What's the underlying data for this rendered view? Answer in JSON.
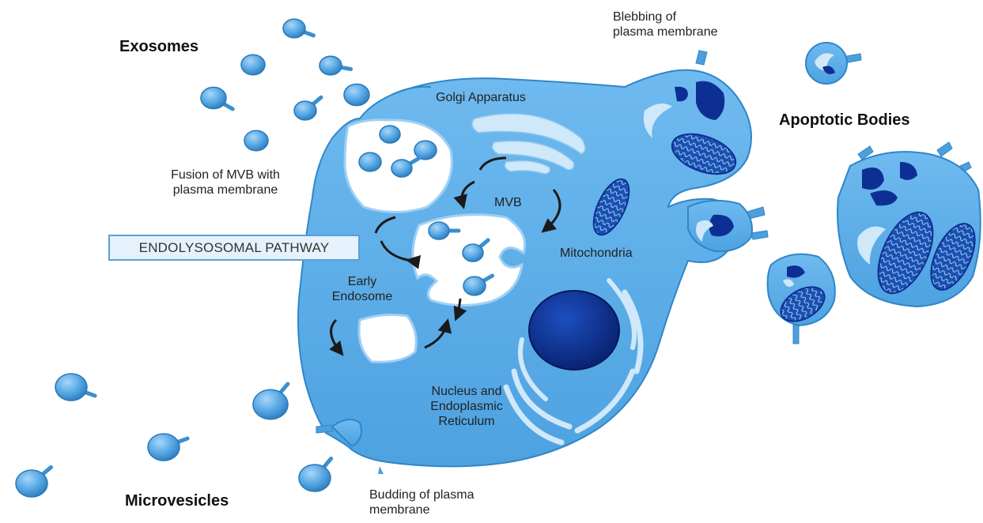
{
  "colors": {
    "cell": "#62b2ea",
    "cell_edge": "#2f86c8",
    "vesicle": "#5aaae6",
    "nucleus": "#0d2f93",
    "light_organelle": "#cfe8fa",
    "arrow": "#1a1a1a",
    "pathway_box_border": "#5b9fd4"
  },
  "labels": {
    "exosomes": "Exosomes",
    "microvesicles": "Microvesicles",
    "apoptotic_bodies": "Apoptotic Bodies",
    "blebbing": "Blebbing of\nplasma membrane",
    "golgi": "Golgi Apparatus",
    "fusion": "Fusion of MVB with\nplasma membrane",
    "mvb": "MVB",
    "endolysosomal": "ENDOLYSOSOMAL PATHWAY",
    "mitochondria": "Mitochondria",
    "early_endosome": "Early\nEndosome",
    "nucleus_er": "Nucleus and\nEndoplasmic\nReticulum",
    "budding": "Budding of plasma\nmembrane"
  },
  "icons": [
    "vesicle-icon",
    "mitochondrion-icon",
    "nucleus-icon",
    "golgi-icon",
    "arrow-icon"
  ]
}
